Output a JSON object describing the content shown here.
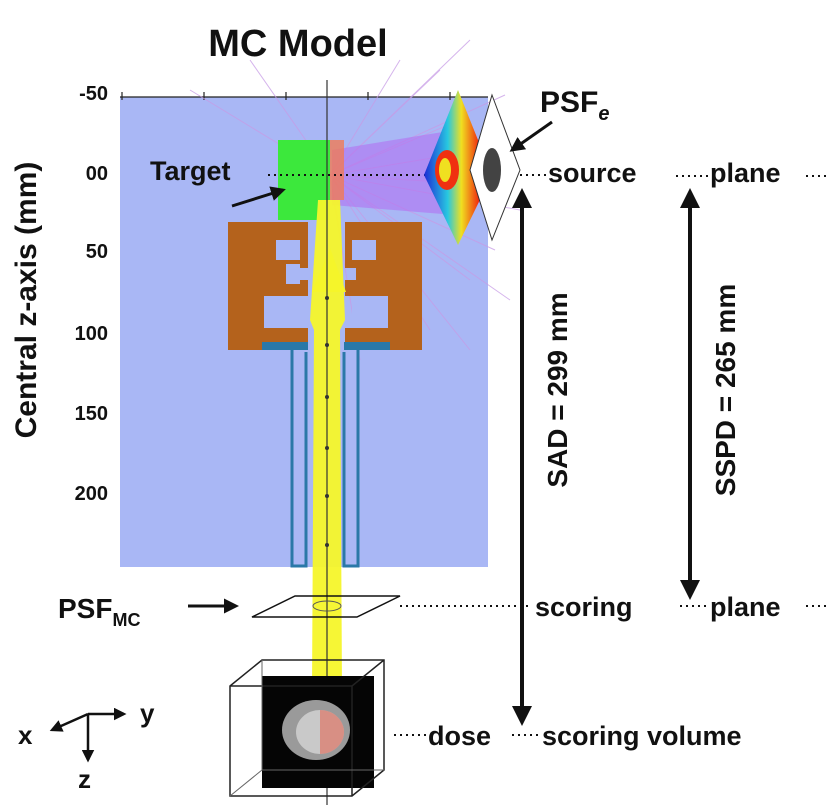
{
  "title": "MC Model",
  "axis": {
    "label": "Central z-axis (mm)",
    "ticks": [
      "-50",
      "00",
      "50",
      "100",
      "150",
      "200"
    ]
  },
  "labels": {
    "target": "Target",
    "psf_e_base": "PSF",
    "psf_e_sub": "e",
    "psf_mc_base": "PSF",
    "psf_mc_sub": "MC",
    "source": "source",
    "scoring": "scoring",
    "dose": "dose",
    "plane_top": "plane",
    "plane_mid": "plane",
    "scoring_volume": "scoring volume"
  },
  "dimensions": {
    "sad": "SAD = 299 mm",
    "sspd": "SSPD = 265 mm"
  },
  "coords": {
    "x": "x",
    "y": "y",
    "z": "z"
  },
  "colors": {
    "phantom_bg": "#a9b7f5",
    "target": "#3ce83c",
    "collimator": "#b4621c",
    "beam": "#f5f52a",
    "tube": "#2a78a8",
    "rays": "#c79be6"
  }
}
